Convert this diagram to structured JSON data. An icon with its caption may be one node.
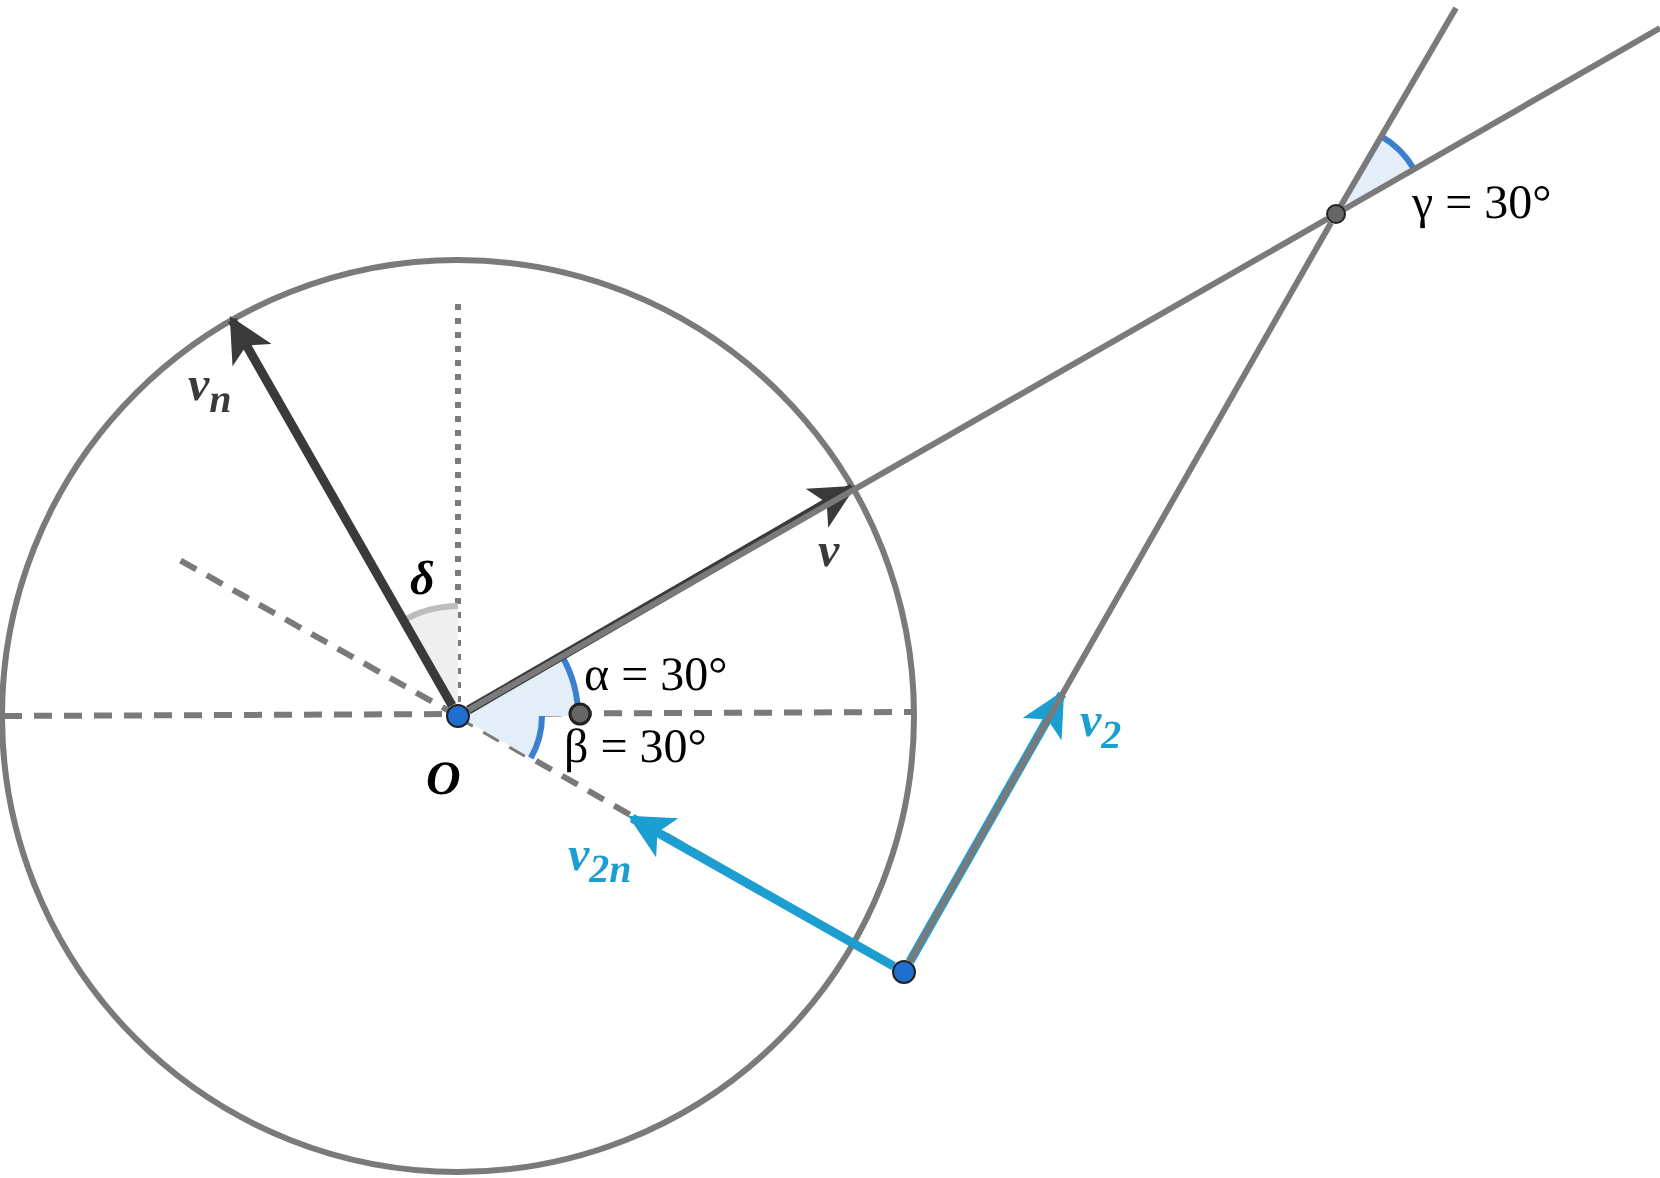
{
  "diagram": {
    "nodes": [
      {
        "text": [],
        "shape": "circle",
        "beside": [
          "O"
        ]
      },
      {
        "text": [],
        "shape": "circle"
      },
      {
        "text": [],
        "shape": "circle"
      }
    ],
    "edges": [
      {
        "from": 0,
        "to": null,
        "arrow": "to",
        "label": "v",
        "color": "#3a3a3a"
      },
      {
        "from": 0,
        "to": null,
        "arrow": "to",
        "label": "v$_{n}$",
        "color": "#3a3a3a"
      },
      {
        "from": 2,
        "to": null,
        "arrow": "to",
        "label": "v$_{2}$",
        "color": "#1c9fd0"
      },
      {
        "from": 2,
        "to": null,
        "arrow": "to",
        "label": "v$_{2n}$",
        "color": "#1c9fd0"
      },
      {
        "from": 0,
        "to": 1,
        "arrow": "none"
      },
      {
        "from": 2,
        "to": 1,
        "arrow": "none"
      }
    ],
    "labels": [
      "δ",
      "α = 30°",
      "β = 30°",
      "γ = 30°"
    ]
  }
}
